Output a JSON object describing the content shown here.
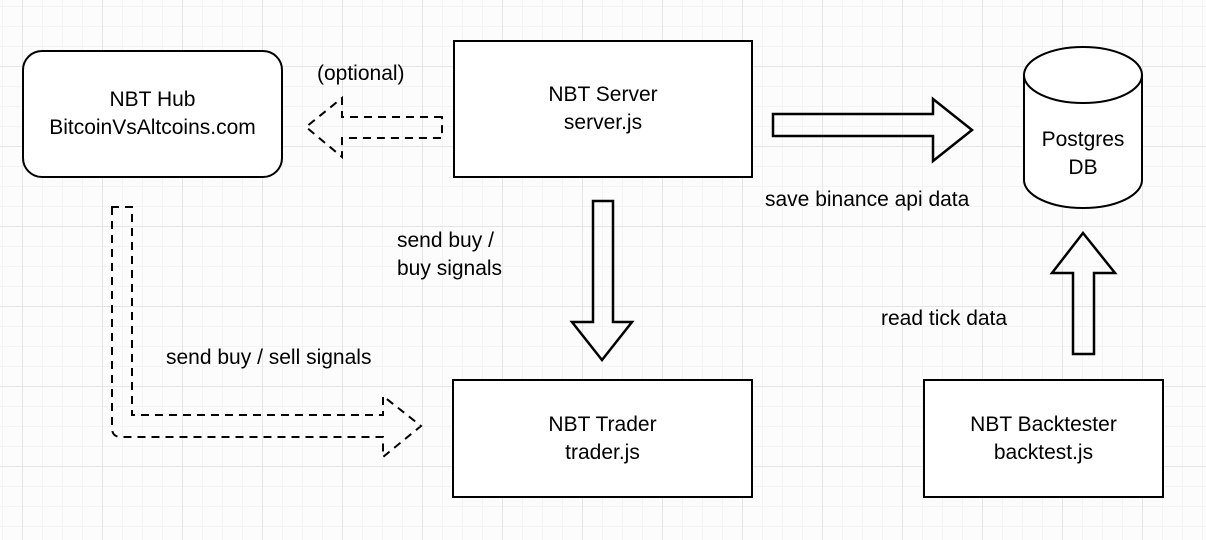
{
  "diagram": {
    "style": {
      "canvas_color": "#fcfcfc",
      "grid_minor_color": "#f3f3f3",
      "grid_major_color": "#e5e5e5",
      "stroke_color": "#000000",
      "node_fill": "#ffffff"
    },
    "nodes": [
      {
        "id": "nbt-hub",
        "shape": "rounded-rectangle",
        "lines": [
          "NBT Hub",
          "BitcoinVsAltcoins.com"
        ]
      },
      {
        "id": "nbt-server",
        "shape": "rectangle",
        "lines": [
          "NBT Server",
          "server.js"
        ]
      },
      {
        "id": "postgres-db",
        "shape": "cylinder",
        "lines": [
          "Postgres",
          "DB"
        ]
      },
      {
        "id": "nbt-trader",
        "shape": "rectangle",
        "lines": [
          "NBT Trader",
          "trader.js"
        ]
      },
      {
        "id": "nbt-backtester",
        "shape": "rectangle",
        "lines": [
          "NBT Backtester",
          "backtest.js"
        ]
      }
    ],
    "edges": [
      {
        "id": "server-to-hub",
        "style": "dashed",
        "direction": "left",
        "label": "(optional)"
      },
      {
        "id": "server-to-postgres",
        "style": "solid",
        "direction": "right",
        "label": "save binance api data"
      },
      {
        "id": "server-to-trader",
        "style": "solid",
        "direction": "down",
        "label_lines": [
          "send buy /",
          "buy signals"
        ]
      },
      {
        "id": "hub-to-trader",
        "style": "dashed",
        "direction": "down-right",
        "label": "send buy / sell signals"
      },
      {
        "id": "backtester-to-postgres",
        "style": "solid",
        "direction": "up",
        "label": "read tick data"
      }
    ]
  }
}
